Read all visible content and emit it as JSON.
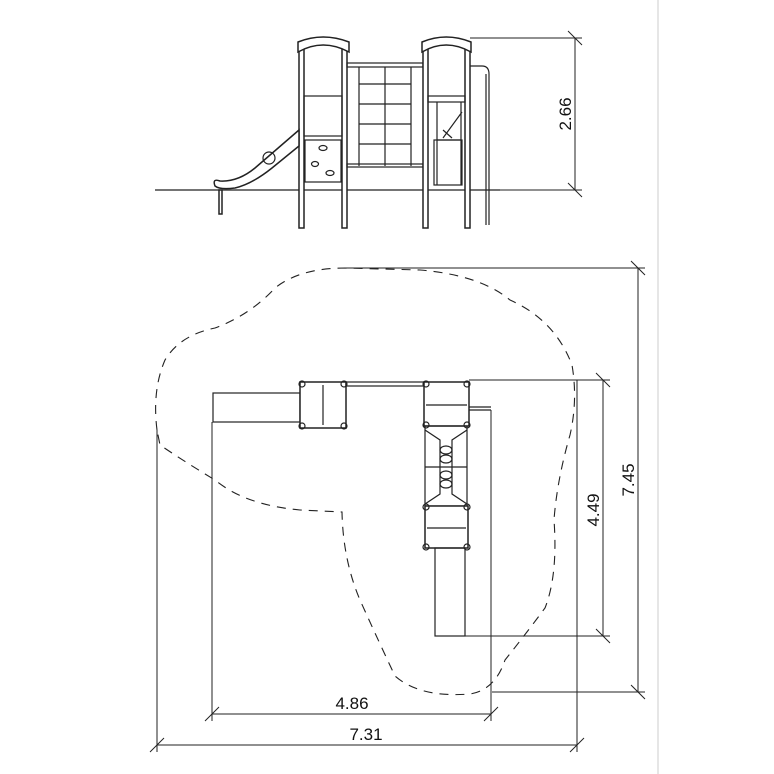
{
  "drawing": {
    "elevation_view": {
      "height_dimension": "2.66"
    },
    "plan_view": {
      "overall_depth_dimension": "7.45",
      "equipment_depth_dimension": "4.49",
      "equipment_width_dimension": "4.86",
      "overall_width_dimension": "7.31"
    }
  }
}
